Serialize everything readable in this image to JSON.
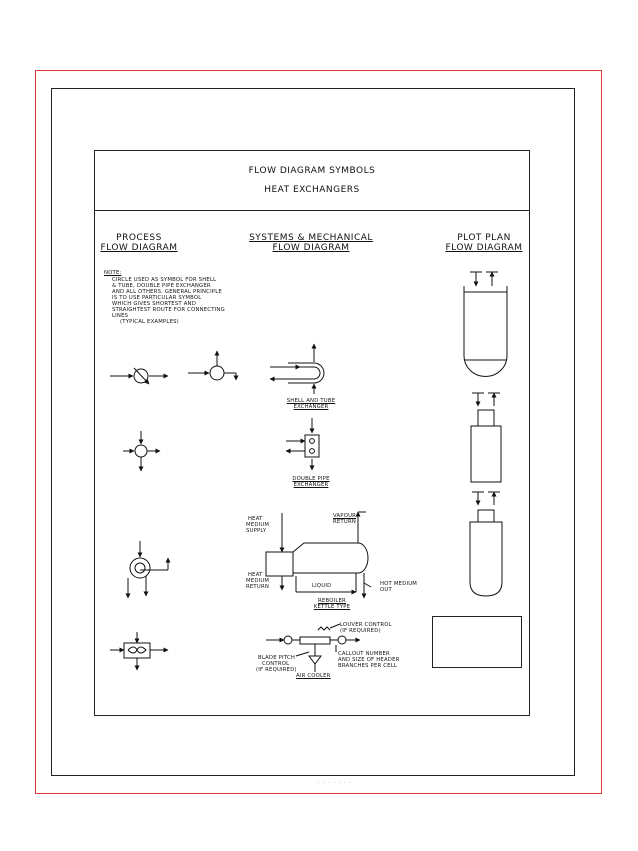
{
  "title": {
    "line1": "FLOW DIAGRAM SYMBOLS",
    "line2": "HEAT EXCHANGERS"
  },
  "columns": {
    "process": {
      "line1": "PROCESS",
      "line2": "FLOW DIAGRAM"
    },
    "systems": {
      "line1": "SYSTEMS & MECHANICAL",
      "line2": "FLOW DIAGRAM"
    },
    "plot": {
      "line1": "PLOT PLAN",
      "line2": "FLOW DIAGRAM"
    }
  },
  "note": {
    "heading": "NOTE:",
    "lines": [
      "CIRCLE USED AS SYMBOL FOR SHELL",
      "& TUBE, DOUBLE PIPE EXCHANGER",
      "AND ALL OTHERS. GENERAL PRINCIPLE",
      "IS TO USE PARTICULAR SYMBOL",
      "WHICH GIVES SHORTEST AND",
      "STRAIGHTEST ROUTE FOR CONNECTING",
      "LINES",
      "(TYPICAL EXAMPLES)"
    ]
  },
  "labels": {
    "shell_tube": [
      "SHELL AND TUBE",
      "EXCHANGER"
    ],
    "double_pipe": [
      "DOUBLE PIPE",
      "EXCHANGER"
    ],
    "heat_supply": [
      "HEAT",
      "MEDIUM",
      "SUPPLY"
    ],
    "vapour": [
      "VAPOUR",
      "RETURN"
    ],
    "heat_return": [
      "HEAT",
      "MEDIUM",
      "RETURN"
    ],
    "liquid": "LIQUID",
    "hot_out": [
      "HOT MEDIUM",
      "OUT"
    ],
    "reboiler": [
      "REBOILER",
      "KETTLE TYPE"
    ],
    "louver": [
      "LOUVER CONTROL",
      "(IF REQUIRED)"
    ],
    "blade": [
      "BLADE PITCH",
      "CONTROL",
      "(IF REQUIRED)"
    ],
    "callout": [
      "CALLOUT NUMBER",
      "AND SIZE OF HEADER",
      "BRANCHES PER CELL"
    ],
    "air_cooler": "AIR COOLER"
  },
  "footer": "· · · · · · ·",
  "colors": {
    "ink": "#111111",
    "frame_red": "#e0383a"
  }
}
